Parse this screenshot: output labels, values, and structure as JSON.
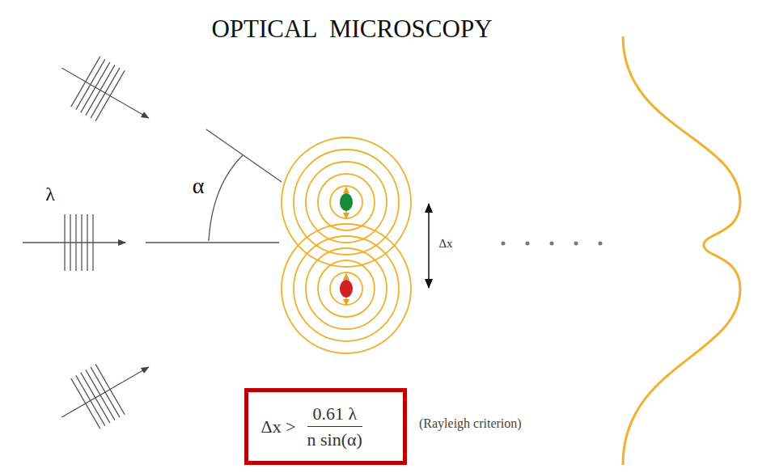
{
  "diagram": {
    "title": "OPTICAL MICROSCOPY",
    "nodes": [
      {
        "text": [
          "Δx >",
          "0.61 λ",
          "n sin(α)"
        ]
      }
    ],
    "edges": [],
    "labels": [
      "λ",
      "α",
      "Δx",
      "(Rayleigh criterion)"
    ]
  }
}
